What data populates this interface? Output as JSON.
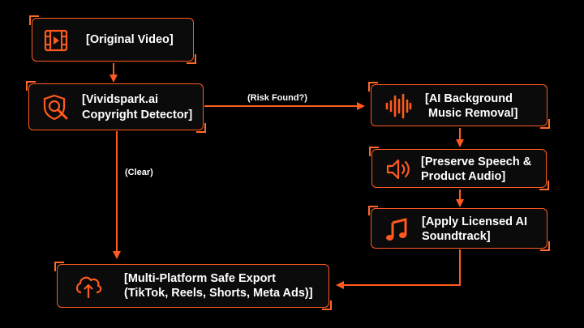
{
  "colors": {
    "accent": "#ff5a1f",
    "background": "#000000",
    "text": "#ffffff"
  },
  "nodes": {
    "original_video": {
      "icon": "film-icon",
      "line1": "[Original Video]"
    },
    "copyright_detector": {
      "icon": "search-shield-icon",
      "line1": "[Vividspark.ai",
      "line2": "Copyright Detector]"
    },
    "bg_music_removal": {
      "icon": "waveform-icon",
      "line1": "[AI Background",
      "line2": "Music Removal]"
    },
    "preserve_speech": {
      "icon": "speaker-icon",
      "line1": "[Preserve Speech &",
      "line2": "Product Audio]"
    },
    "licensed_soundtrack": {
      "icon": "music-note-icon",
      "line1": "[Apply Licensed AI",
      "line2": "Soundtrack]"
    },
    "safe_export": {
      "icon": "cloud-upload-icon",
      "line1": "[Multi-Platform Safe Export",
      "line2": "(TikTok, Reels, Shorts, Meta Ads)]"
    }
  },
  "edges": {
    "risk_found": "(Risk Found?)",
    "clear": "(Clear)"
  }
}
